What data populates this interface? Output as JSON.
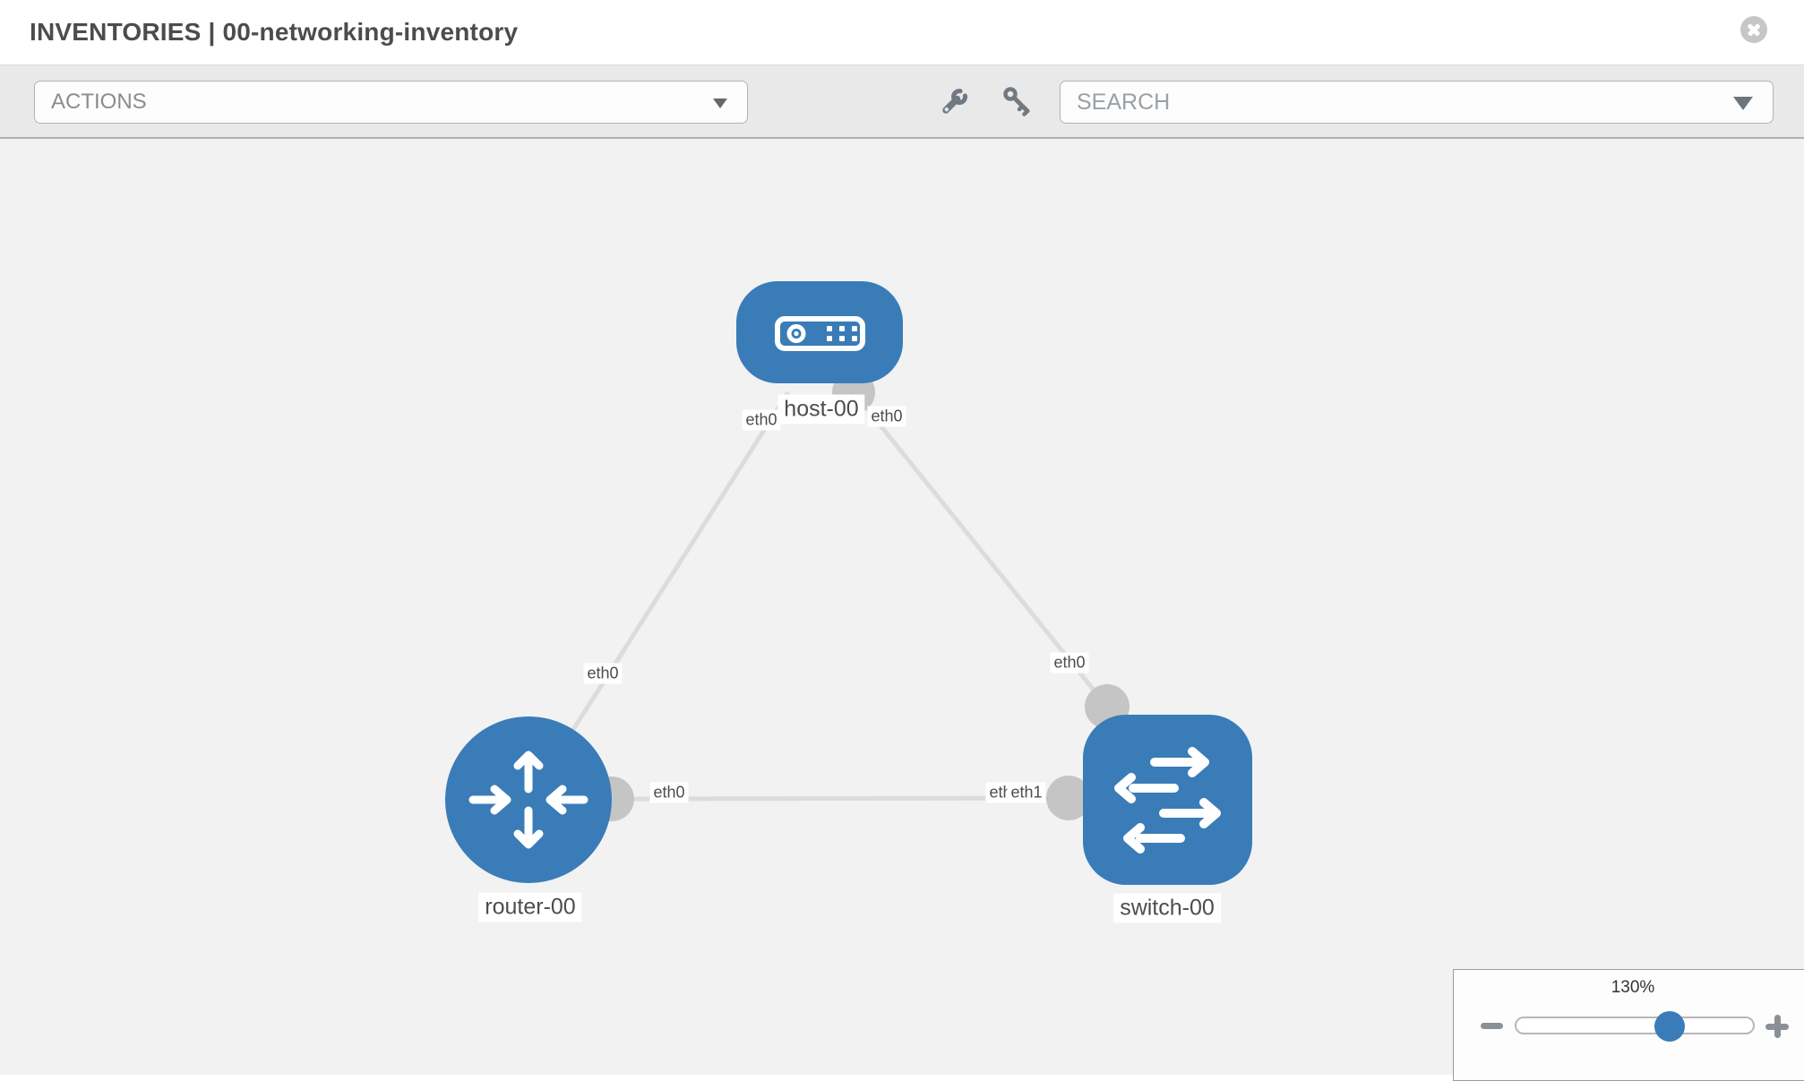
{
  "header": {
    "title": "INVENTORIES | 00-networking-inventory"
  },
  "toolbar": {
    "actions_label": "ACTIONS",
    "search_placeholder": "SEARCH"
  },
  "icons": {
    "close": "close-icon",
    "actions_caret": "chevron-down-icon",
    "wrench": "wrench-icon",
    "key": "key-icon",
    "search_caret": "chevron-down-icon"
  },
  "topology": {
    "nodes": [
      {
        "id": "host-00",
        "label": "host-00",
        "type": "host"
      },
      {
        "id": "router-00",
        "label": "router-00",
        "type": "router"
      },
      {
        "id": "switch-00",
        "label": "switch-00",
        "type": "switch"
      }
    ],
    "links": [
      {
        "source": "host-00",
        "source_interface": "eth0",
        "target": "router-00",
        "target_interface": "eth0"
      },
      {
        "source": "host-00",
        "source_interface": "eth0",
        "target": "switch-00",
        "target_interface": "eth0"
      },
      {
        "source": "router-00",
        "source_interface": "eth0",
        "target": "switch-00",
        "target_interface": "eth1"
      }
    ],
    "interface_labels": {
      "host_to_router": "eth0",
      "host_to_switch": "eth0",
      "router_to_host": "eth0",
      "switch_to_host": "eth0",
      "router_to_switch": "eth0",
      "switch_to_router_under": "eth0",
      "switch_to_router": "eth1"
    }
  },
  "zoom_control": {
    "level": "130%"
  },
  "colors": {
    "node_fill": "#3a7cb8",
    "link": "#dcdcdc",
    "connector_dot": "#c5c5c5",
    "canvas_bg": "#f2f2f2",
    "toolbar_bg": "#e9e9e9"
  }
}
